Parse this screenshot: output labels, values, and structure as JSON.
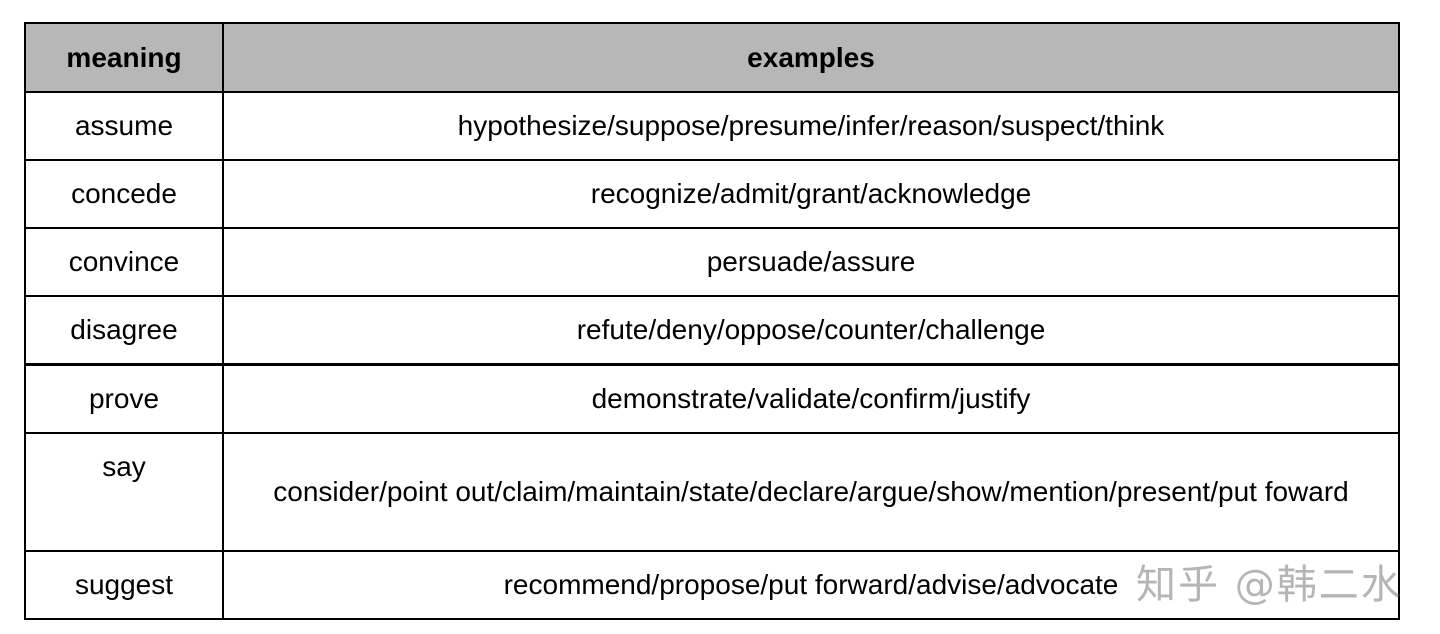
{
  "table": {
    "headers": [
      "meaning",
      "examples"
    ],
    "rows": [
      {
        "meaning": "assume",
        "examples": "hypothesize/suppose/presume/infer/reason/suspect/think"
      },
      {
        "meaning": "concede",
        "examples": "recognize/admit/grant/acknowledge"
      },
      {
        "meaning": "convince",
        "examples": "persuade/assure"
      },
      {
        "meaning": "disagree",
        "examples": "refute/deny/oppose/counter/challenge"
      },
      {
        "meaning": "prove",
        "examples": "demonstrate/validate/confirm/justify"
      },
      {
        "meaning": "say",
        "examples": "consider/point out/claim/maintain/state/declare/argue/show/mention/present/put foward"
      },
      {
        "meaning": "suggest",
        "examples": "recommend/propose/put forward/advise/advocate"
      }
    ]
  },
  "watermark": "知乎 @韩二水"
}
